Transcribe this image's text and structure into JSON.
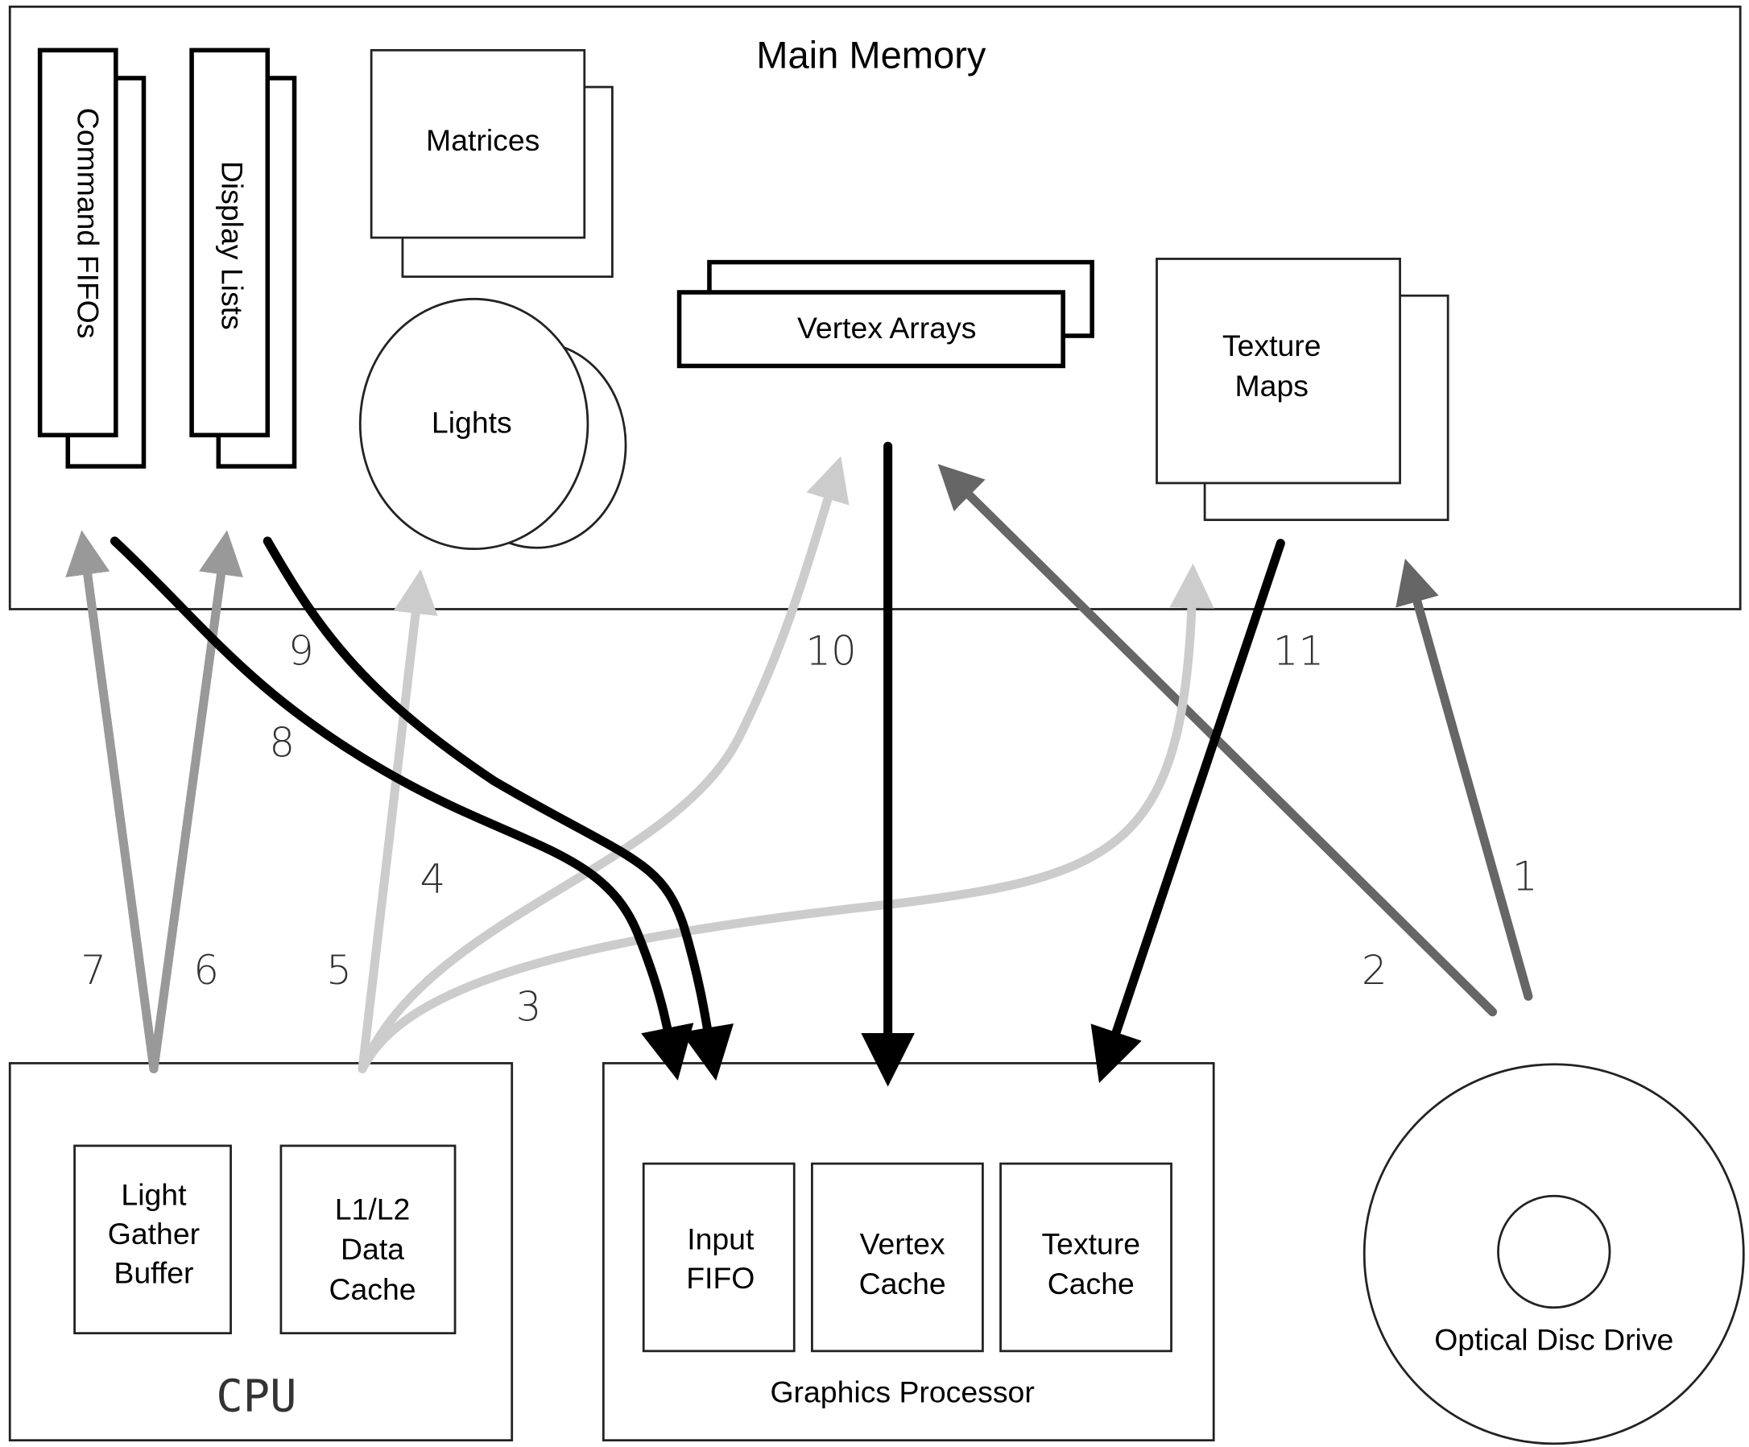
{
  "main_memory": {
    "title": "Main Memory",
    "items": {
      "command_fifos": "Command FIFOs",
      "display_lists": "Display Lists",
      "matrices": "Matrices",
      "lights": "Lights",
      "vertex_arrays": "Vertex Arrays",
      "texture_maps_l1": "Texture",
      "texture_maps_l2": "Maps"
    }
  },
  "cpu": {
    "title": "CPU",
    "light_gather_buffer": [
      "Light",
      "Gather",
      "Buffer"
    ],
    "data_cache": [
      "L1/L2",
      "Data",
      "Cache"
    ]
  },
  "gpu": {
    "title": "Graphics Processor",
    "input_fifo": [
      "Input",
      "FIFO"
    ],
    "vertex_cache": [
      "Vertex",
      "Cache"
    ],
    "texture_cache": [
      "Texture",
      "Cache"
    ]
  },
  "disc": {
    "title": "Optical Disc Drive"
  },
  "flows": [
    {
      "id": "1",
      "from": "Optical Disc Drive",
      "to": "Texture Maps",
      "color": "#666666"
    },
    {
      "id": "2",
      "from": "Optical Disc Drive",
      "to": "Vertex Arrays",
      "color": "#666666"
    },
    {
      "id": "3",
      "from": "L1/L2 Data Cache",
      "to": "Texture Maps",
      "color": "#cccccc"
    },
    {
      "id": "4",
      "from": "L1/L2 Data Cache",
      "to": "Vertex Arrays",
      "color": "#cccccc"
    },
    {
      "id": "5",
      "from": "L1/L2 Data Cache",
      "to": "Lights",
      "color": "#cccccc"
    },
    {
      "id": "6",
      "from": "Light Gather Buffer",
      "to": "Display Lists",
      "color": "#999999"
    },
    {
      "id": "7",
      "from": "Light Gather Buffer",
      "to": "Command FIFOs",
      "color": "#999999"
    },
    {
      "id": "8",
      "from": "Command FIFOs",
      "to": "Input FIFO",
      "color": "#000000"
    },
    {
      "id": "9",
      "from": "Display Lists",
      "to": "Input FIFO",
      "color": "#000000"
    },
    {
      "id": "10",
      "from": "Vertex Arrays",
      "to": "Vertex Cache",
      "color": "#000000"
    },
    {
      "id": "11",
      "from": "Texture Maps",
      "to": "Texture Cache",
      "color": "#000000"
    }
  ]
}
